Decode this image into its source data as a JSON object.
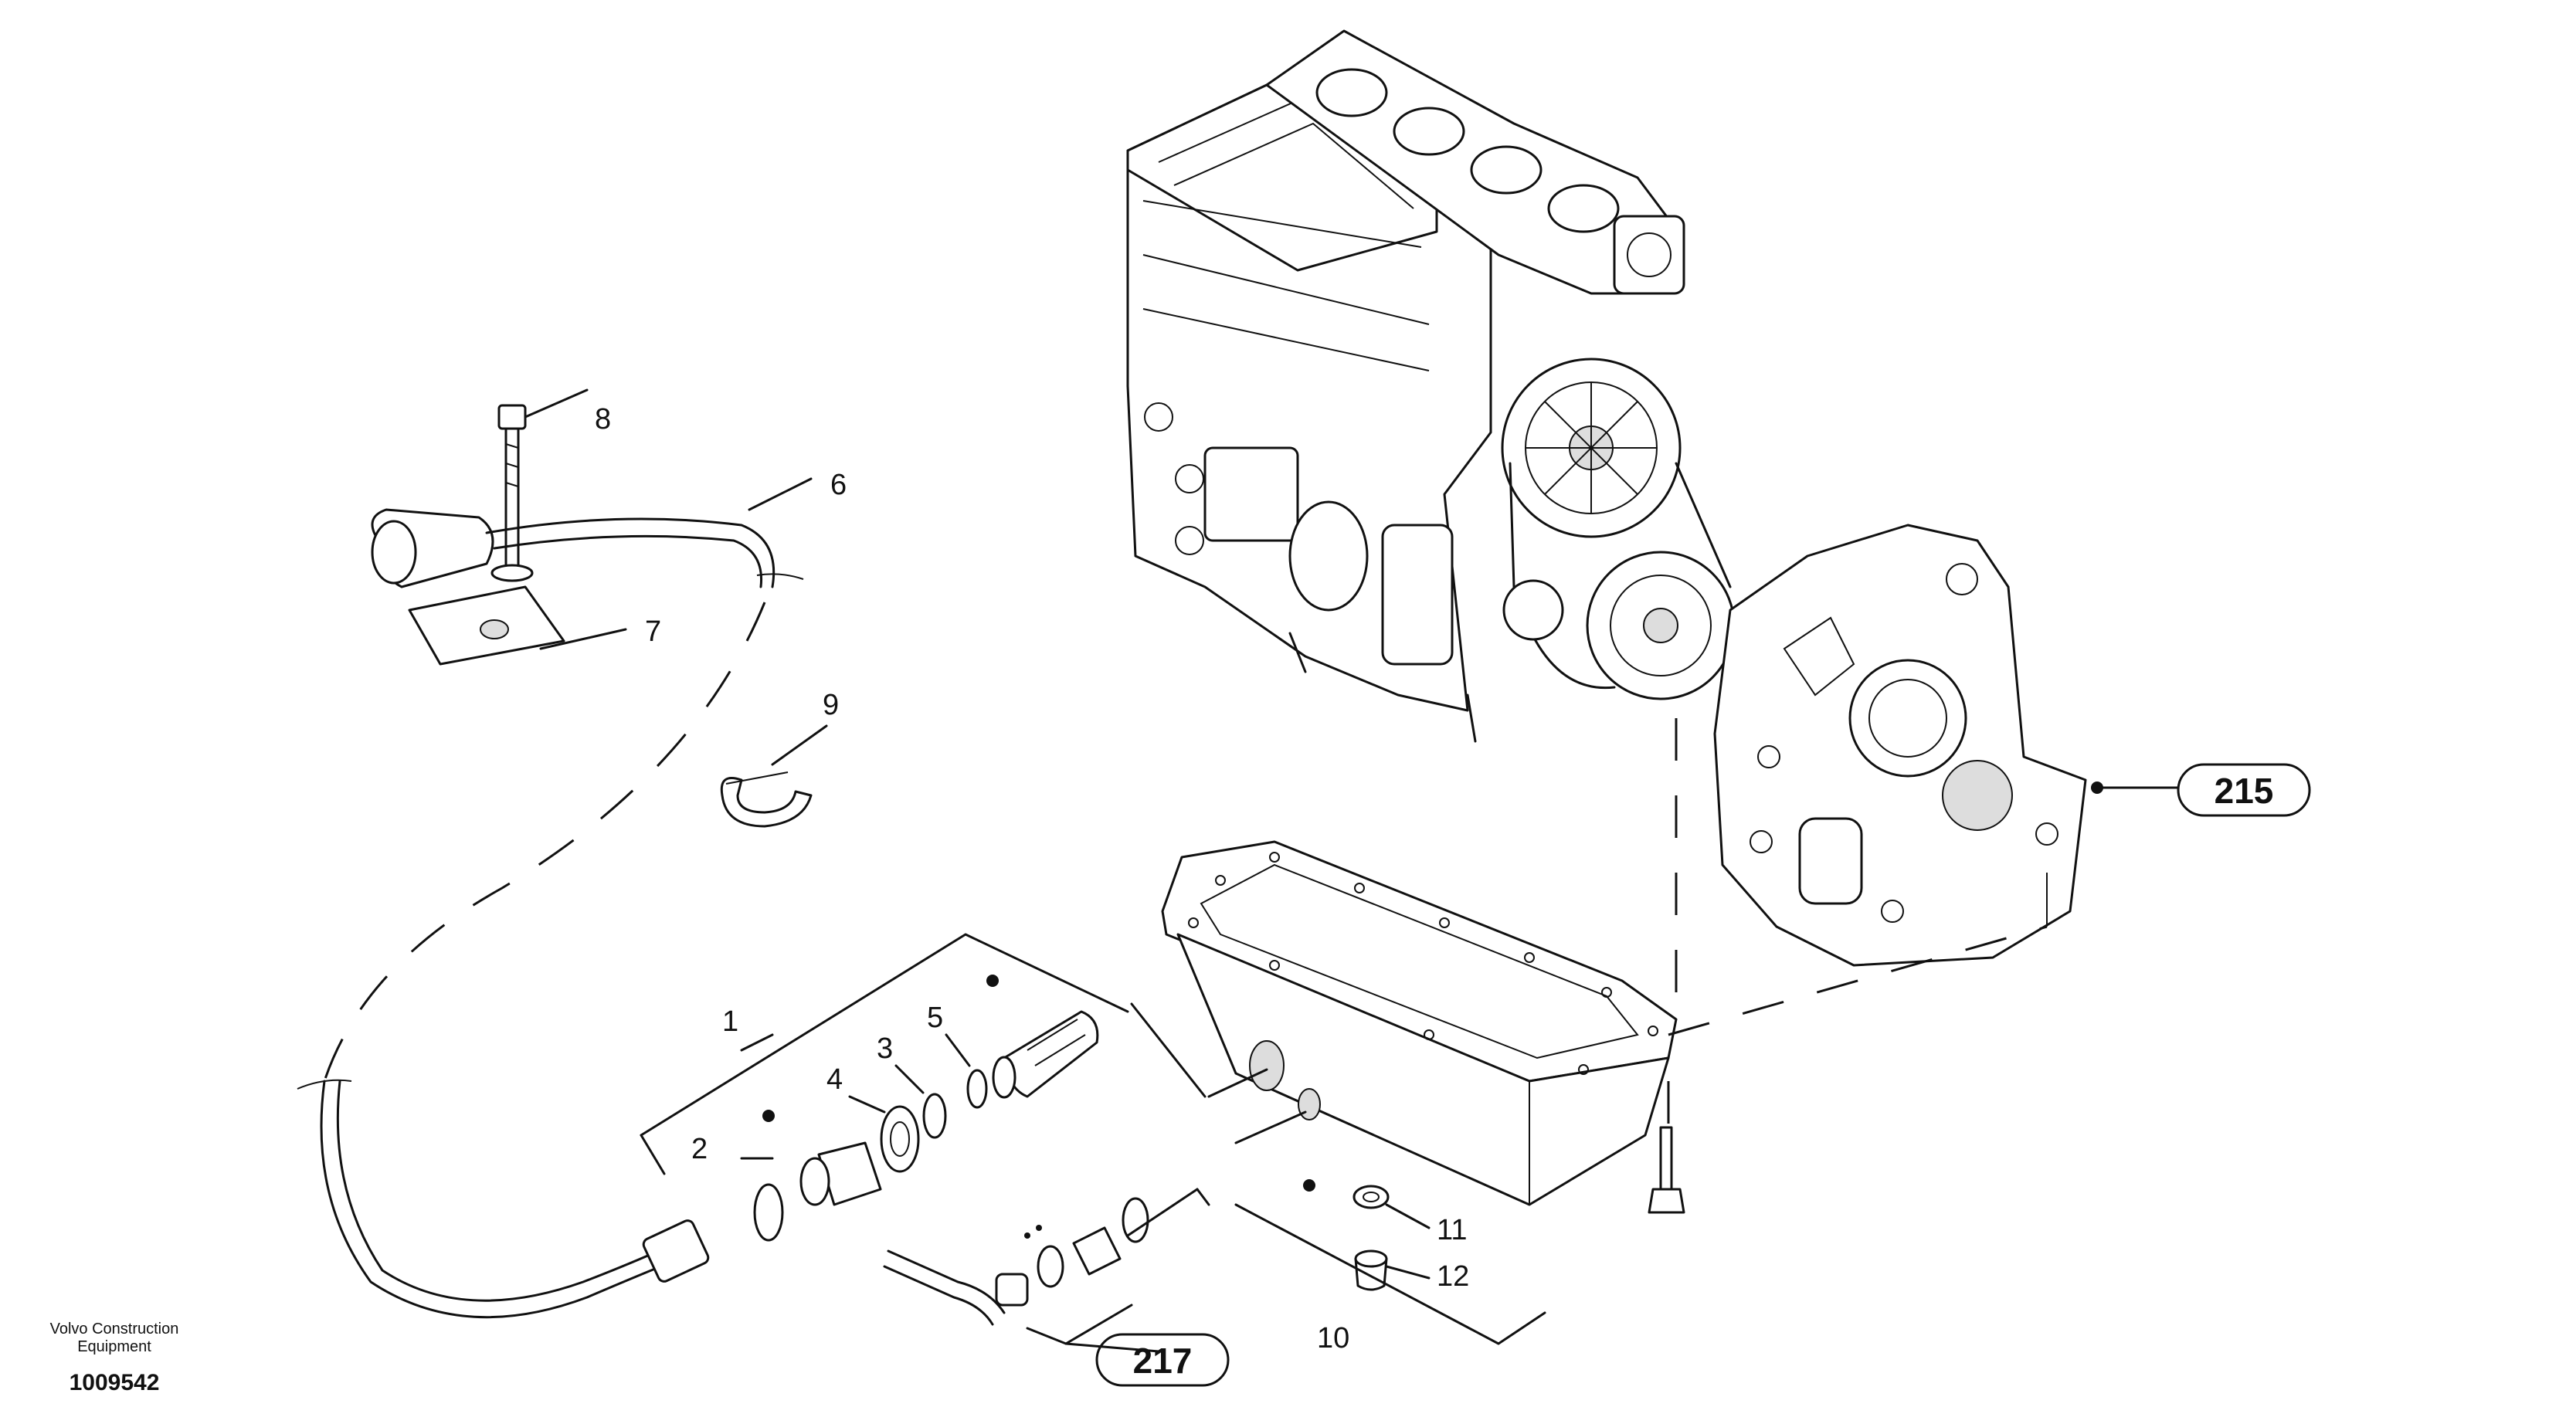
{
  "callouts": {
    "c1": "1",
    "c2": "2",
    "c3": "3",
    "c4": "4",
    "c5": "5",
    "c6": "6",
    "c7": "7",
    "c8": "8",
    "c9": "9",
    "c10": "10",
    "c11": "11",
    "c12": "12"
  },
  "references": {
    "r215": "215",
    "r217": "217"
  },
  "footer": {
    "brand_line1": "Volvo Construction",
    "brand_line2": "Equipment",
    "doc_number": "1009542"
  }
}
